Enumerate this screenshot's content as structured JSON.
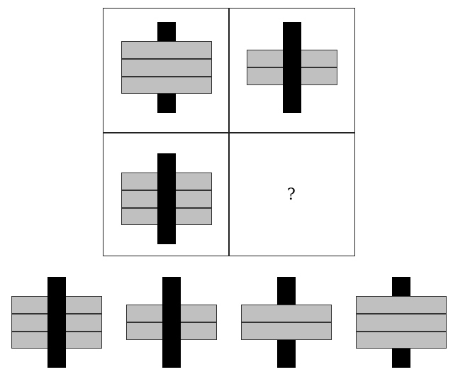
{
  "puzzle": {
    "question_mark": "?",
    "grid": [
      {
        "position": "top-left",
        "stripes": 3,
        "bar": "behind",
        "bar_length": "long"
      },
      {
        "position": "top-right",
        "stripes": 2,
        "bar": "front",
        "bar_length": "long"
      },
      {
        "position": "bottom-left",
        "stripes": 3,
        "bar": "front",
        "bar_length": "long"
      },
      {
        "position": "bottom-right",
        "content": "?"
      }
    ],
    "options": [
      {
        "index": 1,
        "stripes": 3,
        "bar": "front"
      },
      {
        "index": 2,
        "stripes": 2,
        "bar": "front"
      },
      {
        "index": 3,
        "stripes": 2,
        "bar": "behind"
      },
      {
        "index": 4,
        "stripes": 3,
        "bar": "behind"
      }
    ],
    "colors": {
      "bar": "#000000",
      "stripe_fill": "#c0c0c0",
      "stripe_border": "#333333",
      "grid_border": "#222222"
    }
  }
}
